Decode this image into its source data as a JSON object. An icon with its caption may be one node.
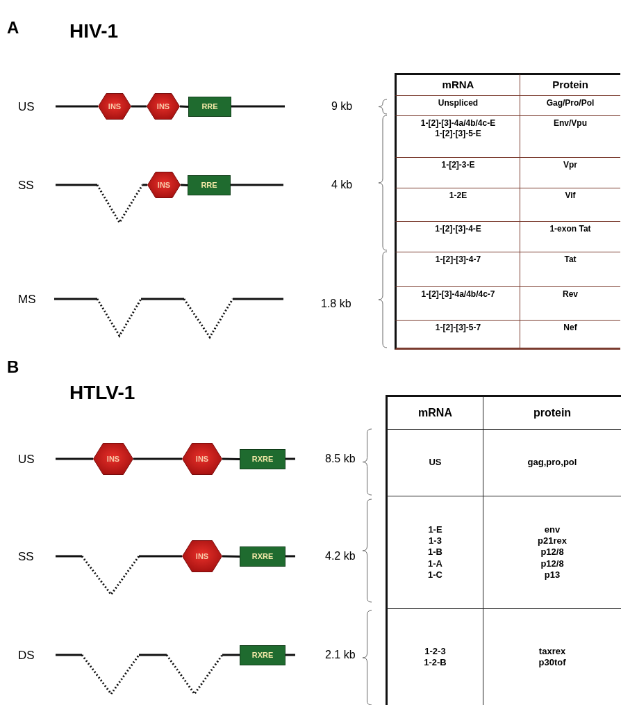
{
  "diagram": {
    "nodes": [
      {
        "text": [
          "INS"
        ]
      },
      {
        "text": [
          "INS"
        ]
      },
      {
        "text": [
          "RRE"
        ]
      },
      {
        "text": [
          "INS"
        ]
      },
      {
        "text": [
          "RRE"
        ]
      },
      {
        "text": [
          "INS"
        ]
      },
      {
        "text": [
          "INS"
        ]
      },
      {
        "text": [
          "RXRE"
        ]
      },
      {
        "text": [
          "INS"
        ]
      },
      {
        "text": [
          "RXRE"
        ]
      },
      {
        "text": [
          "RXRE"
        ]
      }
    ],
    "edges": [
      {
        "from": 0,
        "to": 1,
        "arrow": "none"
      },
      {
        "from": 1,
        "to": 2,
        "arrow": "none"
      },
      {
        "from": 3,
        "to": 4,
        "arrow": "none"
      },
      {
        "from": 5,
        "to": 6,
        "arrow": "none"
      },
      {
        "from": 6,
        "to": 7,
        "arrow": "none"
      },
      {
        "from": 8,
        "to": 9,
        "arrow": "none"
      }
    ],
    "labels": [
      "A",
      "HIV-1",
      "US",
      "SS",
      "MS",
      "9 kb",
      "4 kb",
      "1.8 kb",
      "mRNA",
      "Protein",
      "Unspliced",
      "Gag/Pro/Pol",
      "1-[2]-[3]-4a/4b/4c-E",
      "1-[2]-[3]-5-E",
      "Env/Vpu",
      "1-[2]-3-E",
      "Vpr",
      "1-2E",
      "Vif",
      "1-[2]-[3]-4-E",
      "1-exon Tat",
      "1-[2]-[3]-4-7",
      "Tat",
      "1-[2]-[3]-4a/4b/4c-7",
      "Rev",
      "1-[2]-[3]-5-7",
      "Nef",
      "B",
      "HTLV-1",
      "US",
      "SS",
      "DS",
      "8.5 kb",
      "4.2 kb",
      "2.1 kb",
      "mRNA",
      "protein",
      "US",
      "gag,pro,pol",
      "1-E",
      "1-3",
      "1-B",
      "1-A",
      "1-C",
      "env",
      "p21rex",
      "p12/8",
      "p12/8",
      "p13",
      "1-2-3",
      "1-2-B",
      "taxrex",
      "p30tof"
    ]
  }
}
